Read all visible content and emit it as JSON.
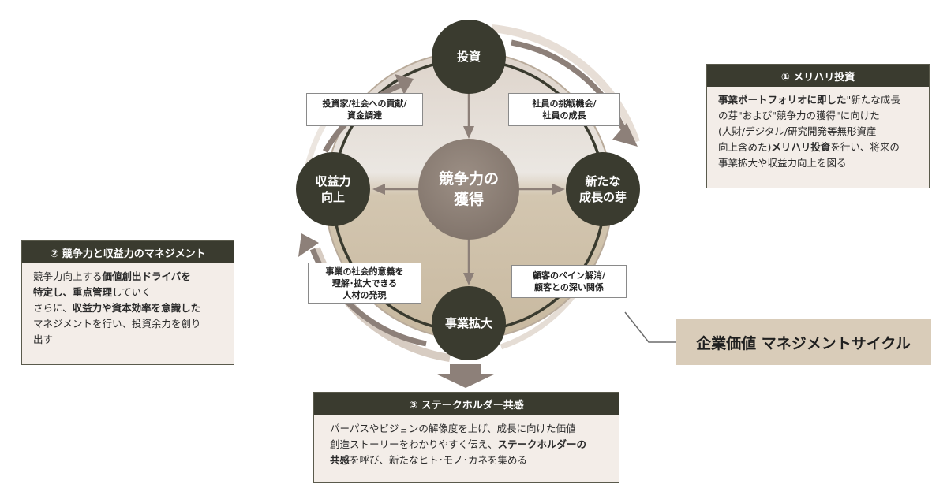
{
  "diagram": {
    "title": "企業価値 マネジメントサイクル",
    "center": "競争力の\n獲得",
    "nodes": {
      "top": "投資",
      "right": "新たな\n成長の芽",
      "bottom": "事業拡大",
      "left": "収益力\n向上"
    },
    "edge_labels": {
      "top_left": "投資家/社会への貢献/\n資金調達",
      "top_right": "社員の挑戦機会/\n社員の成長",
      "bottom_left": "事業の社会的意義を\n理解･拡大できる\n人材の発現",
      "bottom_right": "顧客のペイン解消/\n顧客との深い関係"
    }
  },
  "boxes": {
    "box1": {
      "title": "① メリハリ投資",
      "line1_bold": "事業ポートフォリオに即した",
      "line1_rest": "\"新たな成長",
      "line2": "の芽\"および\"競争力の獲得\"に向けた",
      "line3_a": "(人財/デジタル/研究開発等無形資産",
      "line4_a": "向上含めた)",
      "line4_bold": "メリハリ投資",
      "line4_b": "を行い、将来の",
      "line5": "事業拡大や収益力向上を図る"
    },
    "box2": {
      "title": "② 競争力と収益力のマネジメント",
      "l1_a": "競争力向上する",
      "l1_bold": "価値創出ドライバを",
      "l2_bold": "特定し、重点管理",
      "l2_b": "していく",
      "l3_a": "さらに、",
      "l3_bold": "収益力や資本効率を意識した",
      "l4": "マネジメントを行い、投資余力を創り",
      "l5": "出す"
    },
    "box3": {
      "title": "③ ステークホルダー共感",
      "l1": "パーパスやビジョンの解像度を上げ、成長に向けた価値",
      "l2_a": "創造ストーリーをわかりやすく伝え、",
      "l2_bold": "ステークホルダーの",
      "l3_bold": "共感",
      "l3_b": "を呼び、新たなヒト･モノ･カネを集める"
    }
  },
  "colors": {
    "node": "#3a3b2f",
    "center": "#8c7f75",
    "arrow": "#8d8079",
    "ring": "#3a3b2f",
    "header": "#3a3b2f",
    "box_bg": "#f3ede8",
    "title_bg": "#d9ccb9"
  }
}
